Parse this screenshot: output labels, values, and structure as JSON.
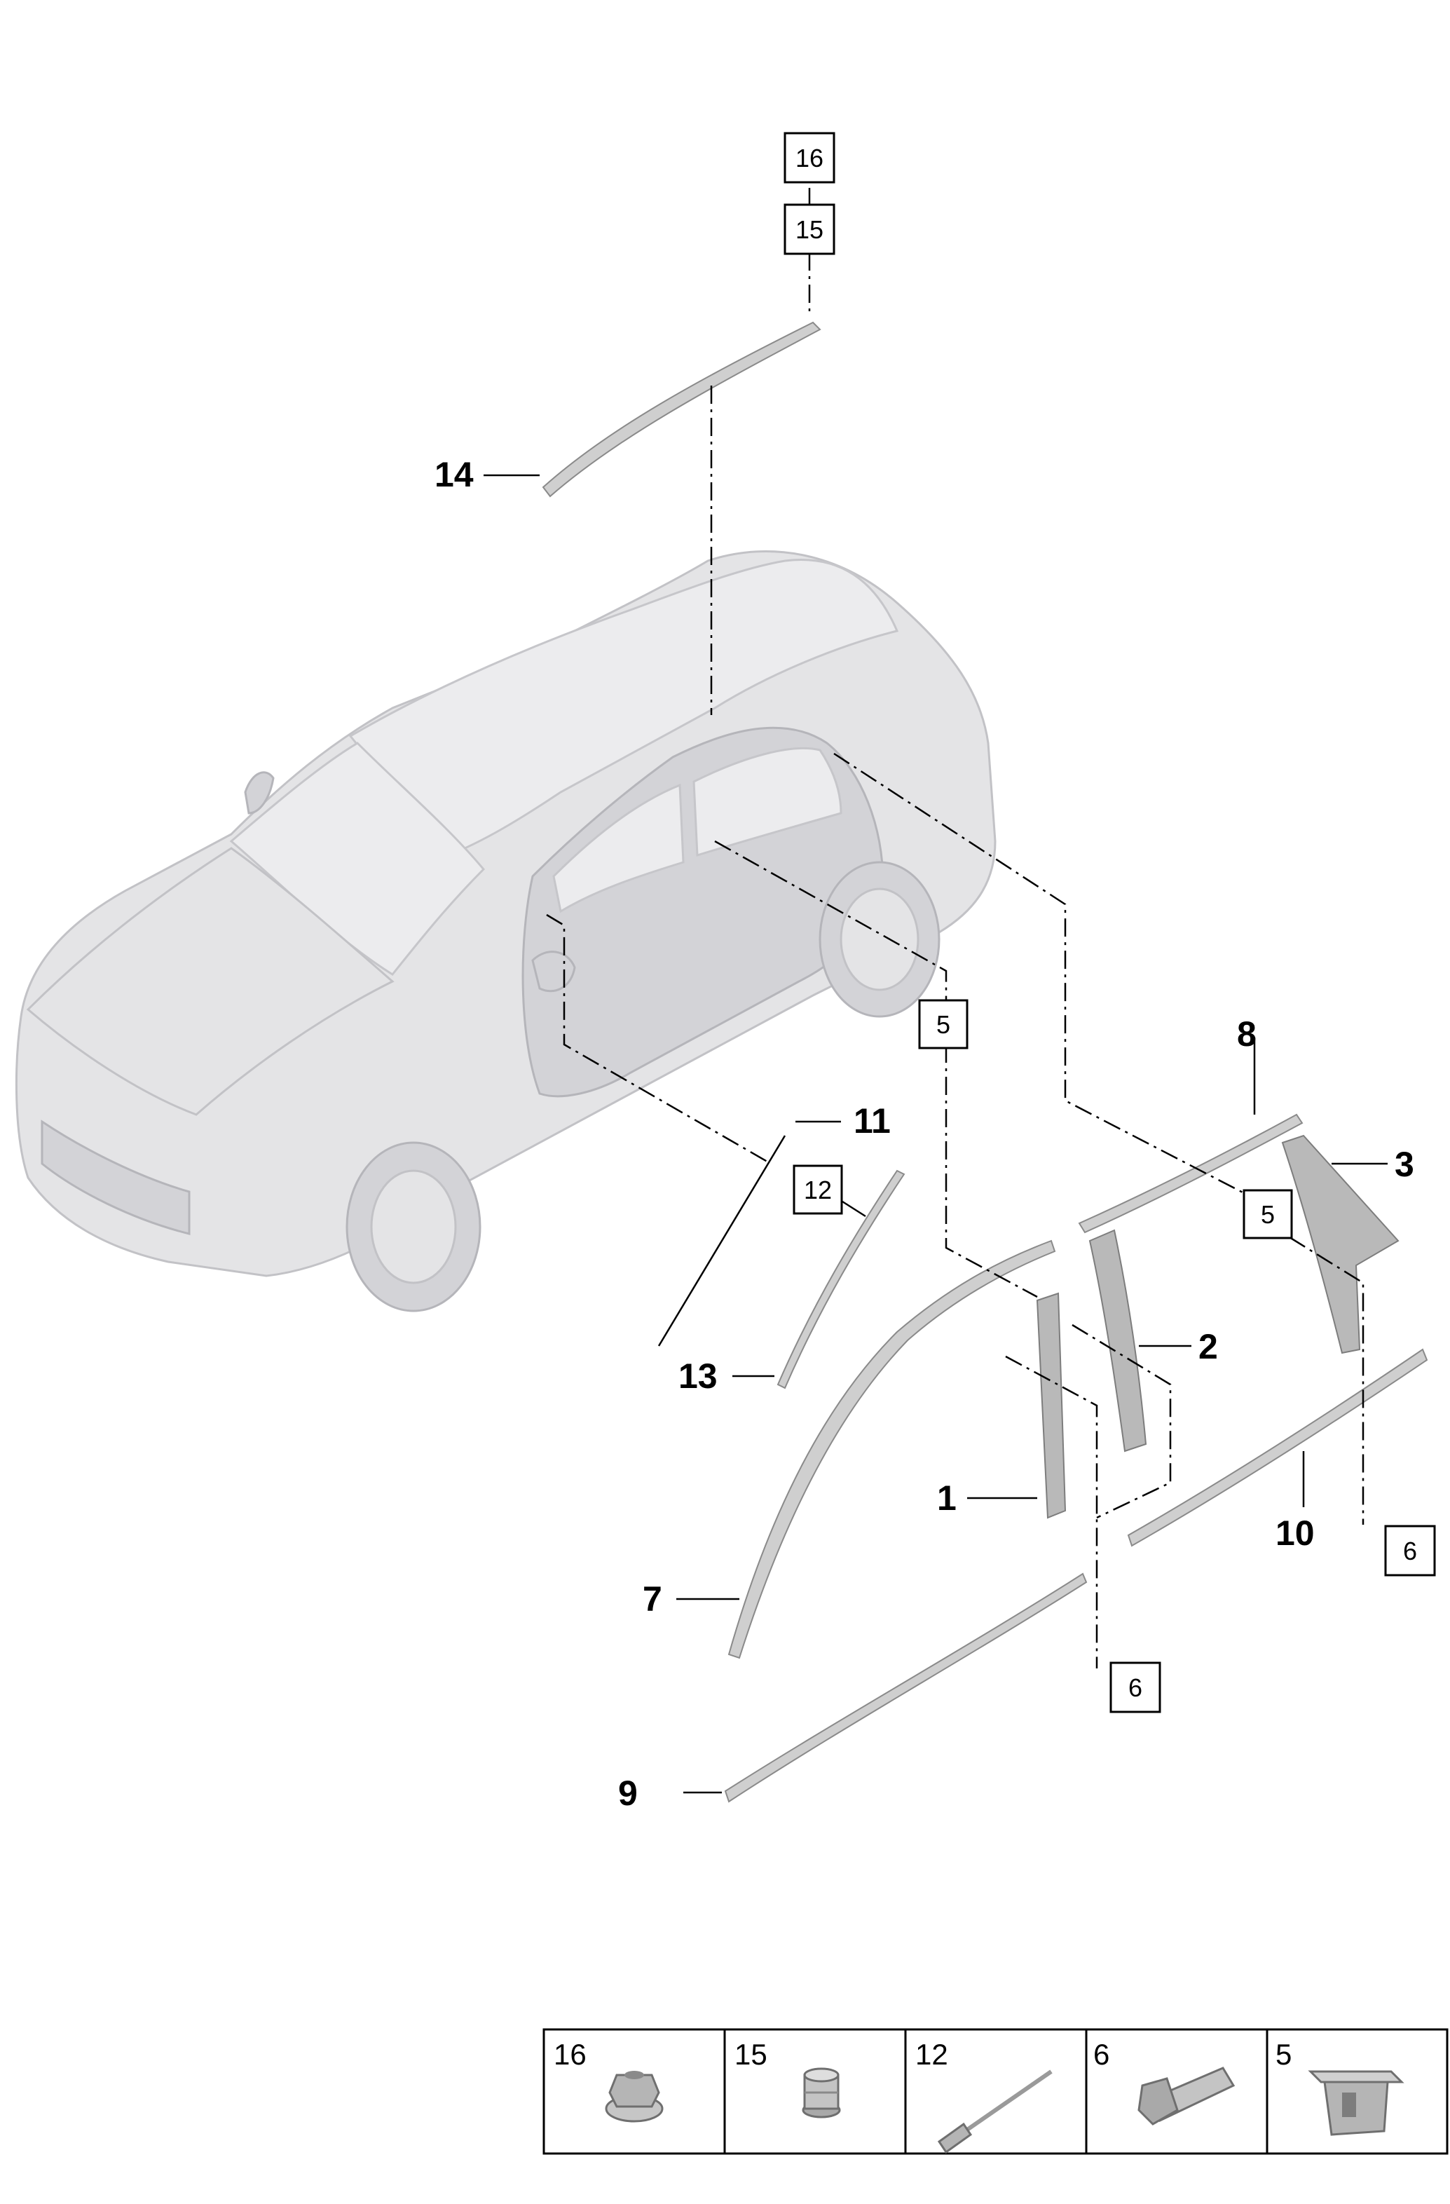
{
  "callouts": {
    "n1": "1",
    "n2": "2",
    "n3": "3",
    "n7": "7",
    "n8": "8",
    "n9": "9",
    "n10": "10",
    "n11": "11",
    "n13": "13",
    "n14": "14"
  },
  "boxes": {
    "b16": "16",
    "b15": "15",
    "b5a": "5",
    "b5b": "5",
    "b12": "12",
    "b6a": "6",
    "b6b": "6"
  },
  "legend": {
    "cells": [
      {
        "number": "16",
        "icon": "nut-icon"
      },
      {
        "number": "15",
        "icon": "grommet-icon"
      },
      {
        "number": "12",
        "icon": "rivet-pin-icon"
      },
      {
        "number": "6",
        "icon": "screw-icon"
      },
      {
        "number": "5",
        "icon": "clip-icon"
      }
    ]
  },
  "colors": {
    "line": "#000000",
    "part": "#cfcfcf",
    "car": "#e4e4e6"
  }
}
